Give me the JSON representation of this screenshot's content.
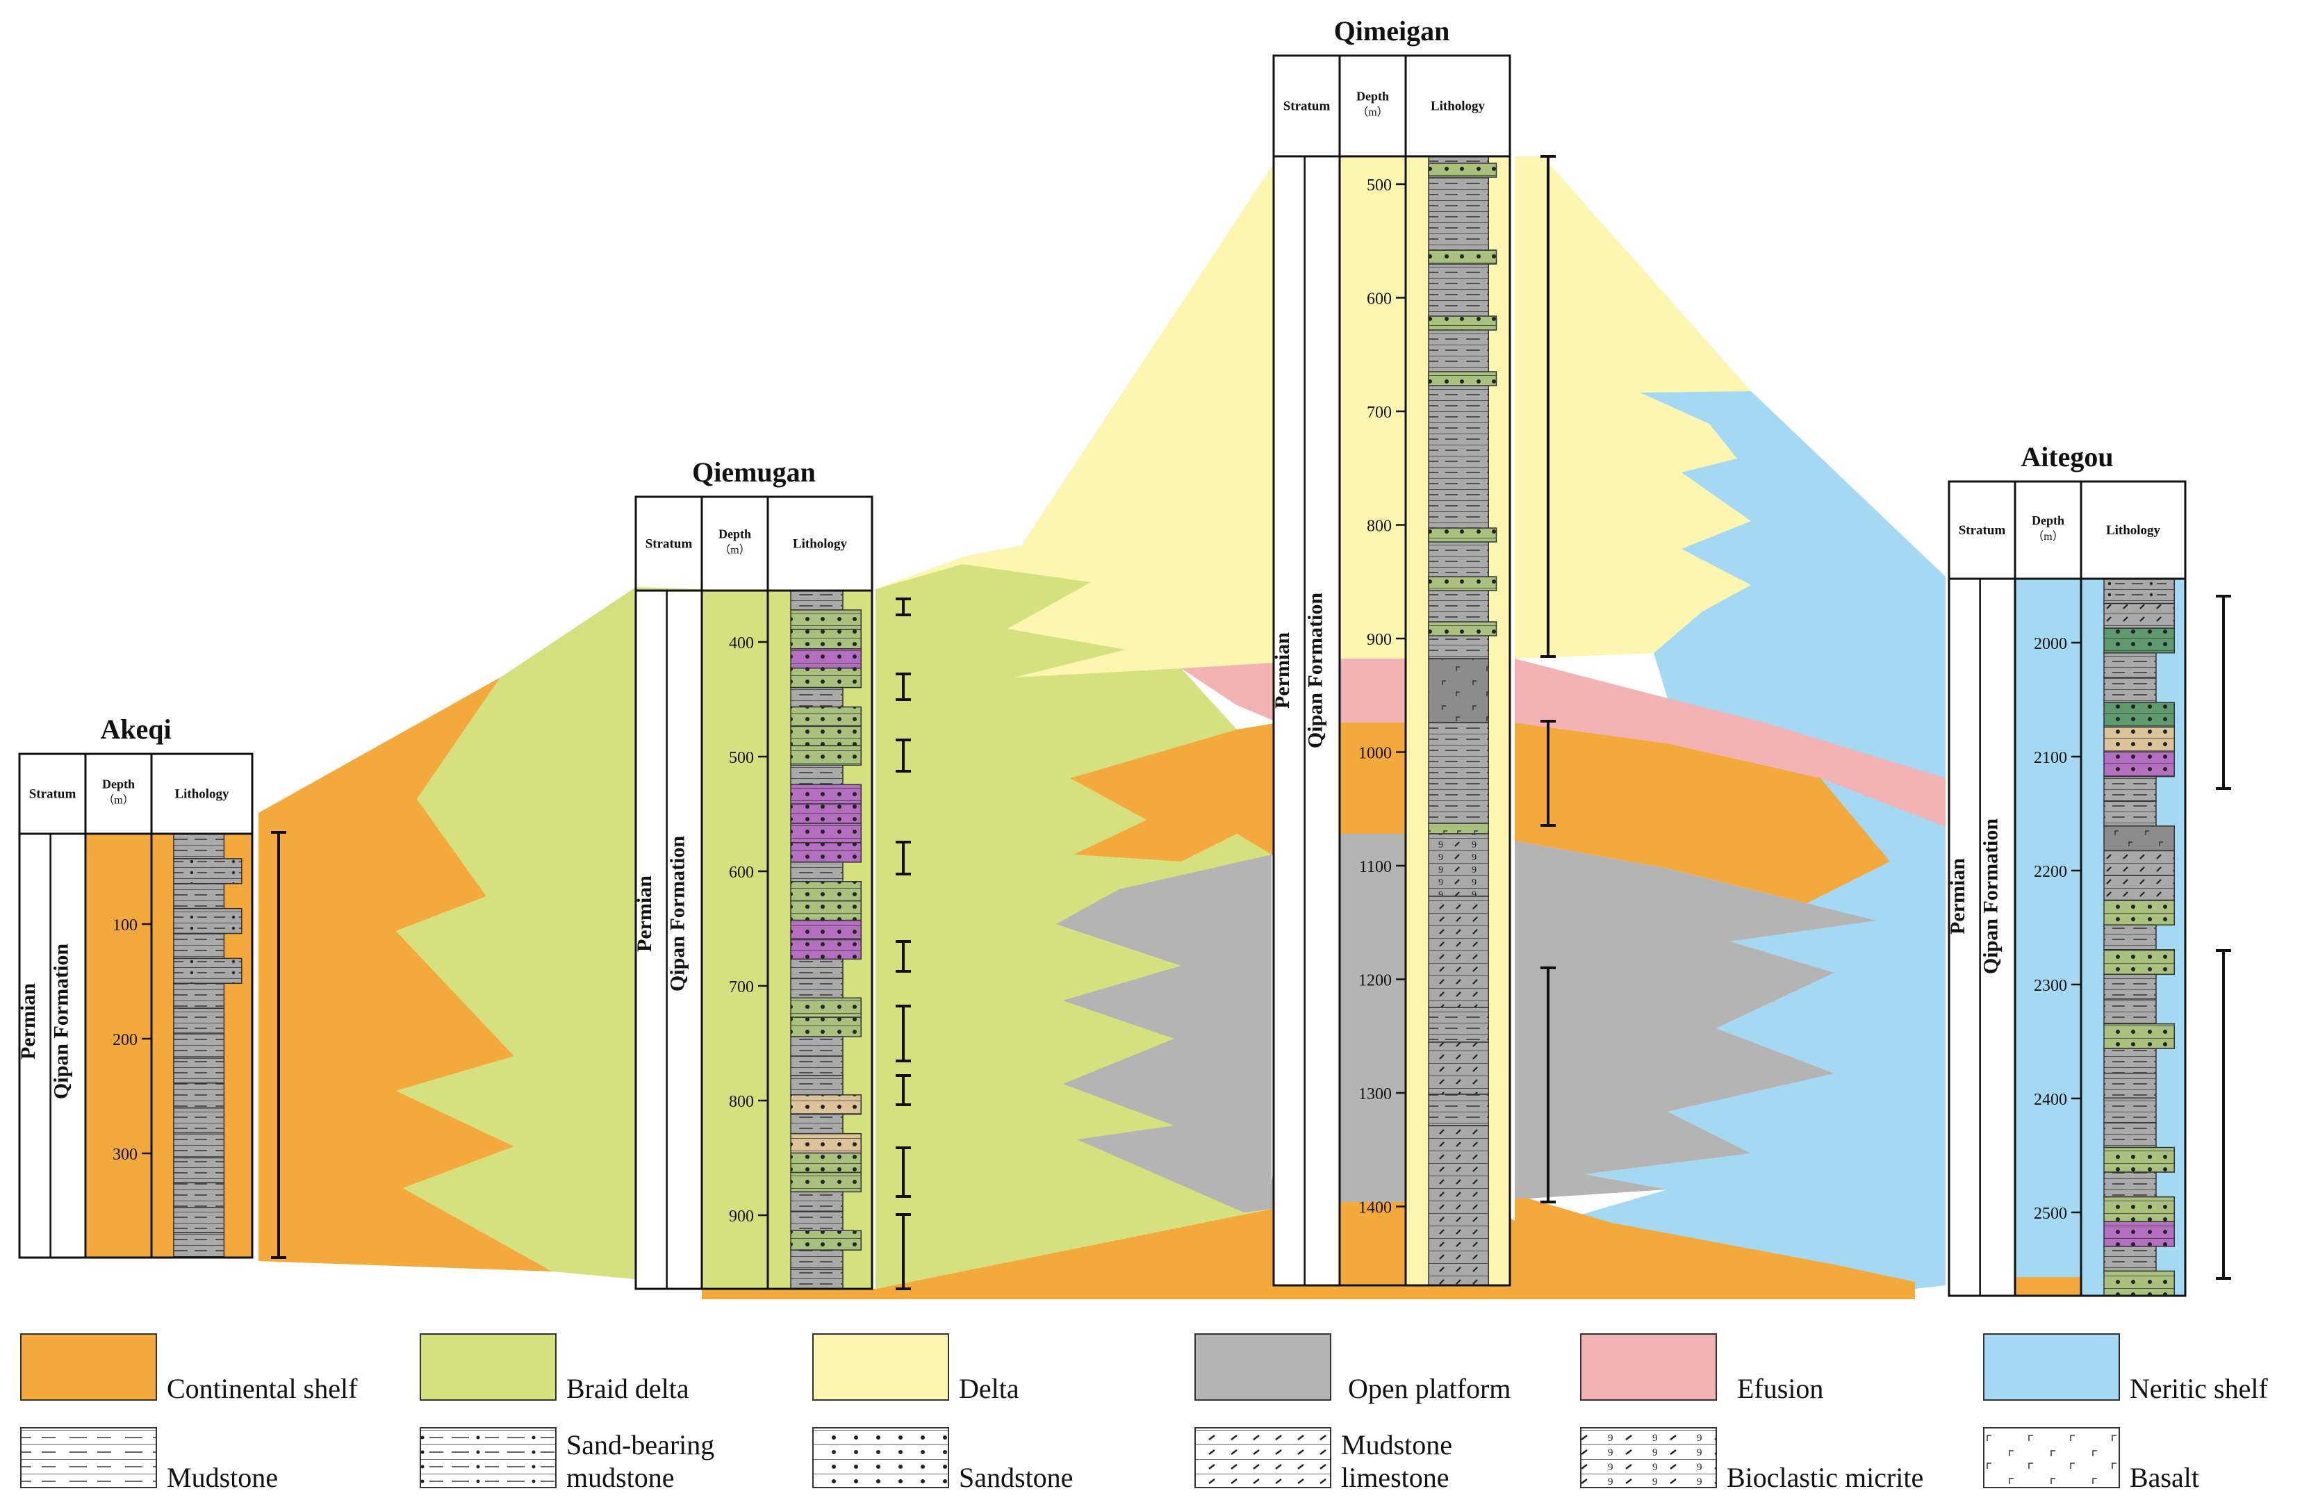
{
  "facies": {
    "continental_shelf": "#F3A93C",
    "braid_delta": "#D5E17F",
    "delta": "#FCF6B1",
    "open_platform": "#B4B4B4",
    "efusion": "#F3B2B4",
    "neritic_shelf": "#A5D8F3"
  },
  "header": {
    "stratum": "Stratum",
    "depth": "Depth",
    "depth_unit": "（m）",
    "lithology": "Lithology"
  },
  "column_label": {
    "system": "Permian",
    "formation": "Qipan Formation"
  },
  "sections": [
    {
      "name": "Akeqi",
      "ticks": [
        "100",
        "200",
        "300"
      ]
    },
    {
      "name": "Qiemugan",
      "ticks": [
        "400",
        "500",
        "600",
        "700",
        "800",
        "900"
      ]
    },
    {
      "name": "Qimeigan",
      "ticks": [
        "500",
        "600",
        "700",
        "800",
        "900",
        "1000",
        "1100",
        "1200",
        "1300",
        "1400"
      ]
    },
    {
      "name": "Aitegou",
      "ticks": [
        "2000",
        "2100",
        "2200",
        "2300",
        "2400",
        "2500"
      ]
    }
  ],
  "legend": {
    "facies": [
      {
        "label": "Continental shelf",
        "color": "#F3A93C"
      },
      {
        "label": "Braid delta",
        "color": "#D5E17F"
      },
      {
        "label": "Delta",
        "color": "#FCF6B1"
      },
      {
        "label": "Open platform",
        "color": "#B4B4B4"
      },
      {
        "label": "Efusion",
        "color": "#F3B2B4"
      },
      {
        "label": "Neritic shelf",
        "color": "#A5D8F3"
      }
    ],
    "lithology": [
      {
        "line1": "Mudstone",
        "line2": "",
        "pattern": "mudstone"
      },
      {
        "line1": "Sand-bearing",
        "line2": "mudstone",
        "pattern": "sandy-mudstone"
      },
      {
        "line1": "Sandstone",
        "line2": "",
        "pattern": "sandstone"
      },
      {
        "line1": "Mudstone",
        "line2": "limestone",
        "pattern": "mudstone-limestone"
      },
      {
        "line1": "Bioclastic micrite",
        "line2": "",
        "pattern": "bioclastic-micrite"
      },
      {
        "line1": "Basalt",
        "line2": "",
        "pattern": "basalt"
      }
    ]
  }
}
